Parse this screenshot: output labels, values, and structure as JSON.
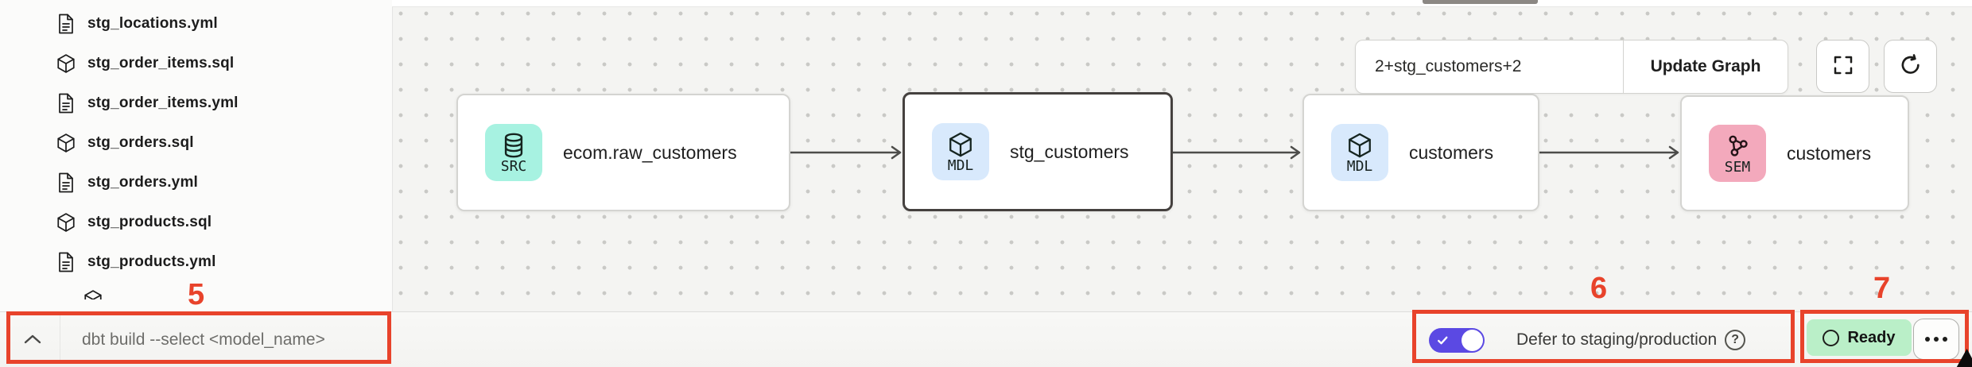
{
  "sidebar": {
    "files": [
      {
        "name": "stg_locations.yml",
        "type": "yml"
      },
      {
        "name": "stg_order_items.sql",
        "type": "sql"
      },
      {
        "name": "stg_order_items.yml",
        "type": "yml"
      },
      {
        "name": "stg_orders.sql",
        "type": "sql"
      },
      {
        "name": "stg_orders.yml",
        "type": "yml"
      },
      {
        "name": "stg_products.sql",
        "type": "sql"
      },
      {
        "name": "stg_products.yml",
        "type": "yml"
      }
    ]
  },
  "lineage": {
    "selector": {
      "value": "2+stg_customers+2",
      "update_label": "Update Graph"
    },
    "nodes": [
      {
        "badge": "SRC",
        "name": "ecom.raw_customers",
        "kind": "source",
        "selected": false
      },
      {
        "badge": "MDL",
        "name": "stg_customers",
        "kind": "model",
        "selected": true
      },
      {
        "badge": "MDL",
        "name": "customers",
        "kind": "model",
        "selected": false
      },
      {
        "badge": "SEM",
        "name": "customers",
        "kind": "semantic",
        "selected": false
      }
    ]
  },
  "command_bar": {
    "placeholder": "dbt build --select <model_name>",
    "defer": {
      "label": "Defer to staging/production",
      "enabled": true,
      "help_glyph": "?"
    },
    "status": {
      "label": "Ready"
    }
  },
  "annotations": {
    "color": "#e8432b",
    "items": [
      {
        "number": "5",
        "target": "command-input"
      },
      {
        "number": "6",
        "target": "defer-toggle"
      },
      {
        "number": "7",
        "target": "status-and-menu"
      }
    ]
  },
  "colors": {
    "source_badge": "#a7f2e1",
    "model_badge": "#d8e9fc",
    "semantic_badge": "#f3a9bc",
    "toggle_on": "#5b49e3",
    "ready_badge": "#baefc8",
    "annotation": "#e8432b",
    "canvas_bg": "#f4f4f2"
  }
}
